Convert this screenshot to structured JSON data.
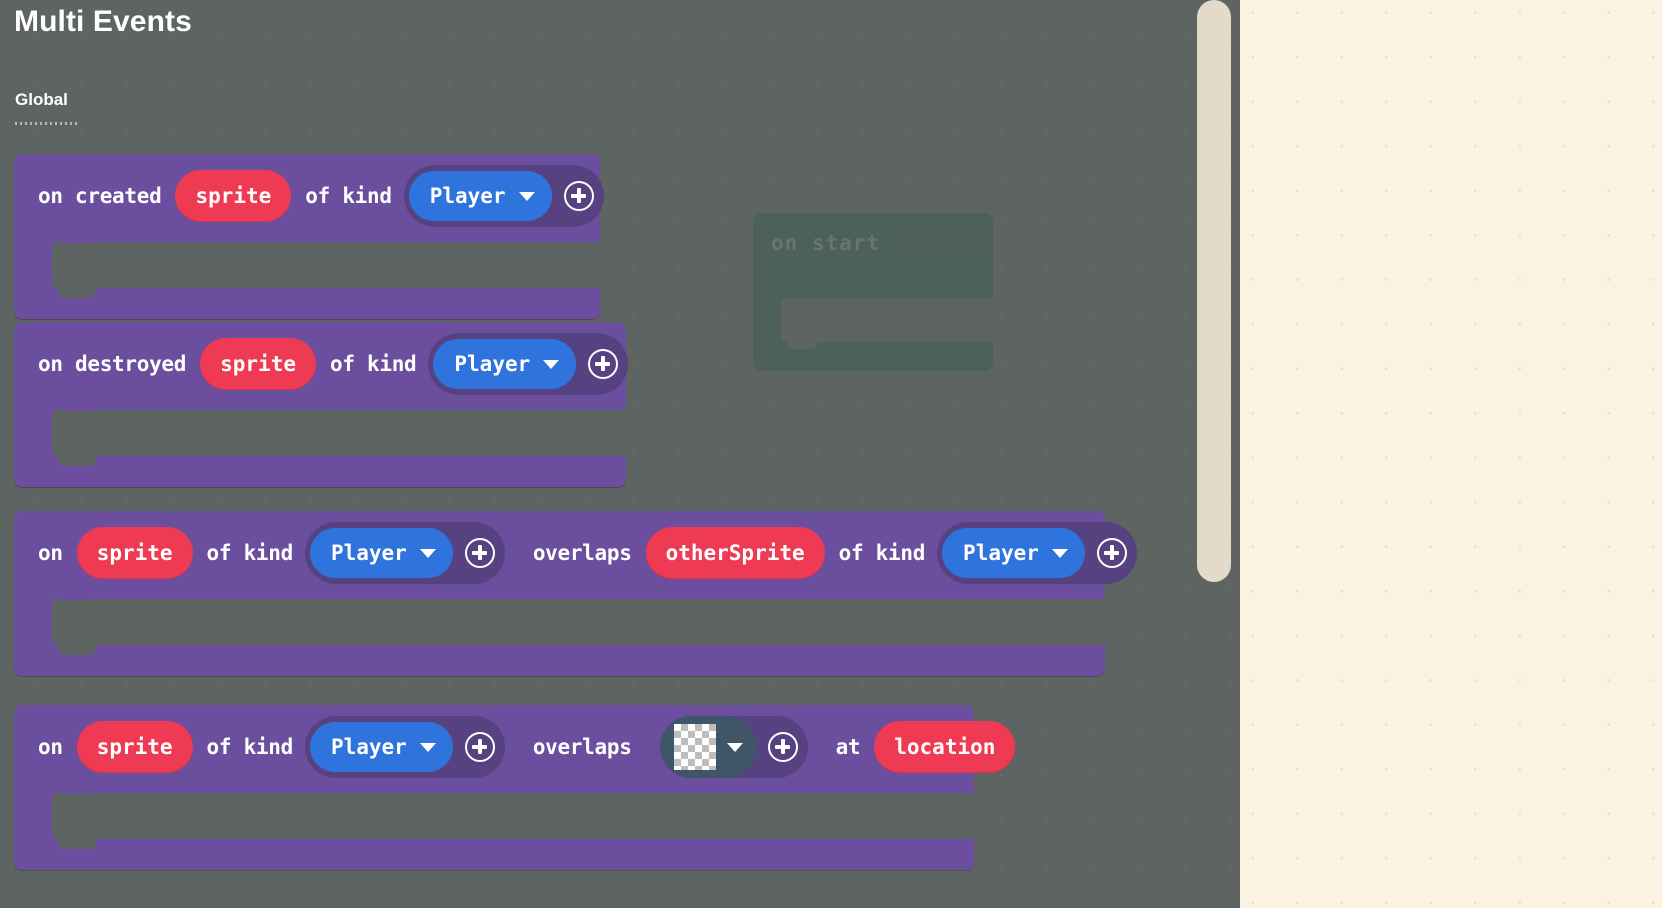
{
  "workspace": {
    "title": "Multi Events",
    "section_label": "Global",
    "background_color": "#5e6462",
    "block_color": "#6b4f9e",
    "variable_pill_color": "#ee3a53",
    "dropdown_color": "#2f73dd"
  },
  "ghost_block": {
    "label": "on start",
    "color": "#4c6158"
  },
  "blocks": [
    {
      "name": "on-created-sprite-of-kind",
      "tokens": [
        {
          "type": "text",
          "value": "on created"
        },
        {
          "type": "variable",
          "value": "sprite"
        },
        {
          "type": "text",
          "value": "of kind"
        },
        {
          "type": "dropdown",
          "value": "Player"
        },
        {
          "type": "plus",
          "value": "add-kind"
        }
      ]
    },
    {
      "name": "on-destroyed-sprite-of-kind",
      "tokens": [
        {
          "type": "text",
          "value": "on destroyed"
        },
        {
          "type": "variable",
          "value": "sprite"
        },
        {
          "type": "text",
          "value": "of kind"
        },
        {
          "type": "dropdown",
          "value": "Player"
        },
        {
          "type": "plus",
          "value": "add-kind"
        }
      ]
    },
    {
      "name": "on-sprite-overlaps-othersprite",
      "tokens": [
        {
          "type": "text",
          "value": "on"
        },
        {
          "type": "variable",
          "value": "sprite"
        },
        {
          "type": "text",
          "value": "of kind"
        },
        {
          "type": "dropdown",
          "value": "Player"
        },
        {
          "type": "plus",
          "value": "add-kind"
        },
        {
          "type": "text",
          "value": "overlaps"
        },
        {
          "type": "variable",
          "value": "otherSprite"
        },
        {
          "type": "text",
          "value": "of kind"
        },
        {
          "type": "dropdown",
          "value": "Player"
        },
        {
          "type": "plus",
          "value": "add-kind"
        }
      ]
    },
    {
      "name": "on-sprite-overlaps-tile-at-location",
      "tokens": [
        {
          "type": "text",
          "value": "on"
        },
        {
          "type": "variable",
          "value": "sprite"
        },
        {
          "type": "text",
          "value": "of kind"
        },
        {
          "type": "dropdown",
          "value": "Player"
        },
        {
          "type": "plus",
          "value": "add-kind"
        },
        {
          "type": "text",
          "value": "overlaps"
        },
        {
          "type": "tilemap",
          "value": "transparency16"
        },
        {
          "type": "plus",
          "value": "add-tile"
        },
        {
          "type": "text",
          "value": "at"
        },
        {
          "type": "variable",
          "value": "location"
        }
      ]
    }
  ],
  "scrollbar": {
    "name": "vertical-scrollbar",
    "color": "#e3dac9"
  },
  "right_panel": {
    "name": "simulator-panel",
    "background_color": "#fcf2e1"
  }
}
